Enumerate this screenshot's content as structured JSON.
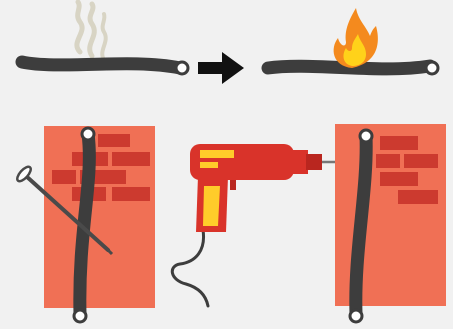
{
  "scene": {
    "background": "#f1f1f1",
    "panels": [
      {
        "id": "smoking-wire",
        "icon": "smoke-icon"
      },
      {
        "id": "arrow",
        "icon": "arrow-right-icon"
      },
      {
        "id": "burning-wire",
        "icon": "flame-icon"
      },
      {
        "id": "nail-in-wall",
        "icon": "nail-icon"
      },
      {
        "id": "drill",
        "icon": "drill-icon"
      },
      {
        "id": "drilled-wall",
        "icon": "drill-bit-icon"
      }
    ]
  },
  "colors": {
    "cable": "#3d3d3d",
    "cable_end": "#ffffff",
    "wall": "#f07055",
    "brick": "#cc3a2f",
    "smoke": "#d8d4c4",
    "flame_outer": "#f48a1e",
    "flame_inner": "#ffd21a",
    "drill_body": "#d9332a",
    "drill_handle": "#ffcc2a",
    "drill_metal": "#888888",
    "nail": "#4a4a4a",
    "arrow": "#111111"
  }
}
